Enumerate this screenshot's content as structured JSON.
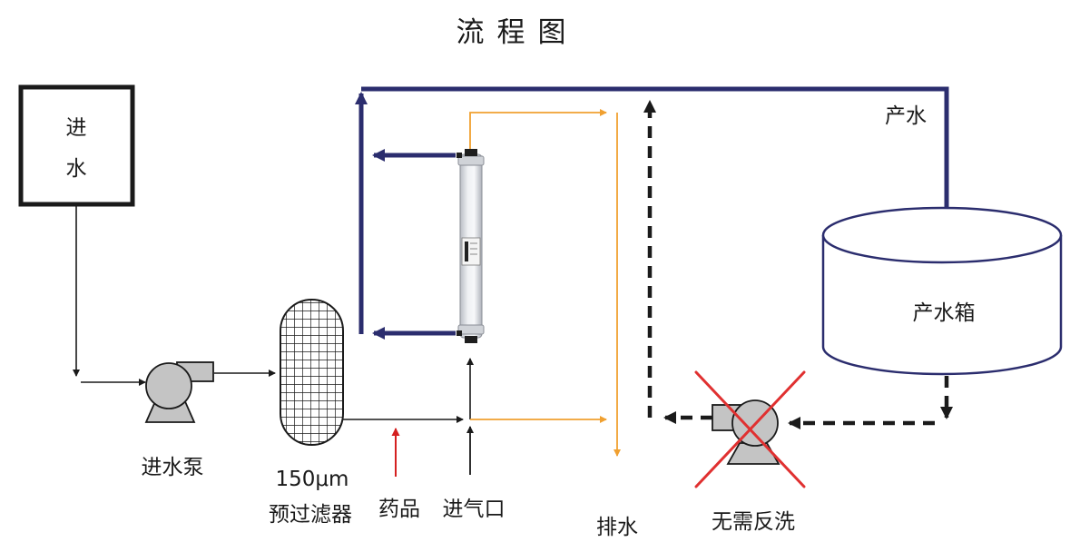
{
  "title": "流程图",
  "labels": {
    "feed_line1": "进",
    "feed_line2": "水",
    "feed_pump": "进水泵",
    "prefilter_line1": "150μm",
    "prefilter_line2": "预过滤器",
    "chemical": "药品",
    "air_inlet": "进气口",
    "drain": "排水",
    "product_water": "产水",
    "product_tank": "产水箱",
    "no_backwash": "无需反洗"
  },
  "colors": {
    "product_line": "#2b2d6e",
    "concentrate_line": "#f0a030",
    "chemical_arrow": "#d42020",
    "cross_mark": "#e03030",
    "pump_fill": "#c4c4c4",
    "line_black": "#1a1a1a"
  }
}
